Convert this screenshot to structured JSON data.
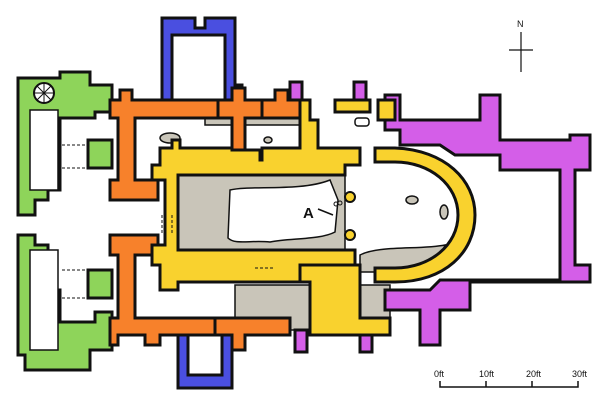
{
  "title": "Church floor plan",
  "compass": {
    "label": "N"
  },
  "marker": {
    "label": "A"
  },
  "scale": {
    "ticks": [
      "0ft",
      "10ft",
      "20ft",
      "30ft"
    ]
  },
  "colors": {
    "phase_green": "#8ed45a",
    "phase_orange": "#f7812b",
    "phase_blue": "#4a4fe0",
    "phase_yellow": "#f9d22e",
    "phase_magenta": "#d45ee8",
    "excavated": "#c9c5b9",
    "wall_outline": "#111111"
  }
}
